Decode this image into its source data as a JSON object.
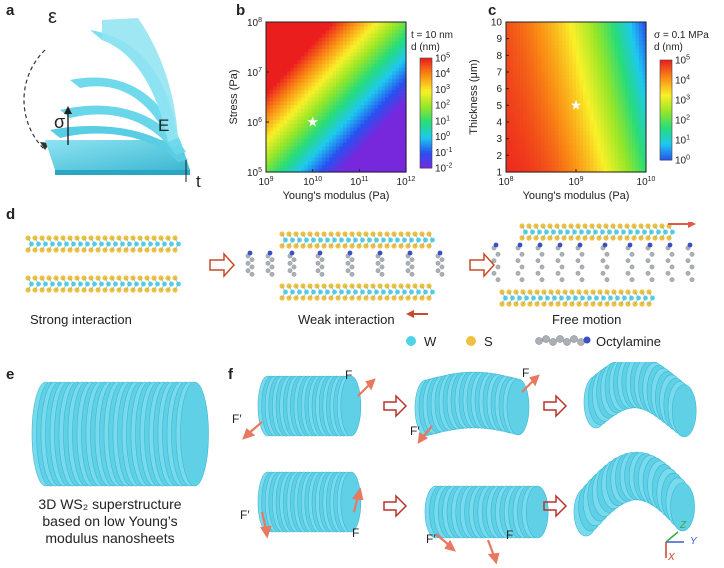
{
  "panels": {
    "a": {
      "label": "a",
      "epsilon": "ε",
      "sigma": "σ",
      "E": "E",
      "t": "t"
    },
    "b": {
      "label": "b"
    },
    "c": {
      "label": "c"
    },
    "d": {
      "label": "d",
      "captions": [
        "Strong interaction",
        "Weak interaction",
        "Free motion"
      ],
      "legend": {
        "w": "W",
        "s": "S",
        "oct": "Octylamine"
      }
    },
    "e": {
      "label": "e",
      "caption_lines": [
        "3D WS₂ superstructure",
        "based on low Young’s",
        "modulus nanosheets"
      ]
    },
    "f": {
      "label": "f",
      "force": "F",
      "force_prime": "F′",
      "axes": {
        "x": "X",
        "y": "Y",
        "z": "Z"
      }
    }
  },
  "colors": {
    "sheet": "#5fd0e6",
    "sheet_dark": "#3cb8d2",
    "arrow": "#e4584a",
    "atom_w": "#4fd3e8",
    "atom_s": "#f0c040"
  },
  "chart_data": [
    {
      "type": "heatmap",
      "panel": "b",
      "title": "t = 10 nm",
      "colorbar_label": "d (nm)",
      "xlabel": "Young's modulus (Pa)",
      "ylabel": "Stress (Pa)",
      "x_scale": "log",
      "y_scale": "log",
      "xlim": [
        1000000000.0,
        1000000000000.0
      ],
      "ylim": [
        100000.0,
        100000000.0
      ],
      "x_ticks": [
        {
          "base": "10",
          "exp": "9"
        },
        {
          "base": "10",
          "exp": "10"
        },
        {
          "base": "10",
          "exp": "11"
        },
        {
          "base": "10",
          "exp": "12"
        }
      ],
      "y_ticks": [
        {
          "base": "10",
          "exp": "5"
        },
        {
          "base": "10",
          "exp": "6"
        },
        {
          "base": "10",
          "exp": "7"
        },
        {
          "base": "10",
          "exp": "8"
        }
      ],
      "colorbar_ticks": [
        {
          "base": "10",
          "exp": "5"
        },
        {
          "base": "10",
          "exp": "4"
        },
        {
          "base": "10",
          "exp": "3"
        },
        {
          "base": "10",
          "exp": "2"
        },
        {
          "base": "10",
          "exp": "1"
        },
        {
          "base": "10",
          "exp": "0"
        },
        {
          "base": "10",
          "exp": "-1"
        },
        {
          "base": "10",
          "exp": "-2"
        }
      ],
      "colorbar_range": [
        -2,
        5
      ],
      "marker": {
        "x": 10000000000.0,
        "y": 1000000.0,
        "symbol": "star"
      }
    },
    {
      "type": "heatmap",
      "panel": "c",
      "title": "σ = 0.1 MPa",
      "colorbar_label": "d (nm)",
      "xlabel": "Young's modulus (Pa)",
      "ylabel": "Thickness (μm)",
      "x_scale": "log",
      "y_scale": "linear",
      "xlim": [
        100000000.0,
        10000000000.0
      ],
      "ylim": [
        1,
        10
      ],
      "x_ticks": [
        {
          "base": "10",
          "exp": "8"
        },
        {
          "base": "10",
          "exp": "9"
        },
        {
          "base": "10",
          "exp": "10"
        }
      ],
      "y_ticks": [
        "1",
        "2",
        "3",
        "4",
        "5",
        "6",
        "7",
        "8",
        "9",
        "10"
      ],
      "colorbar_ticks": [
        {
          "base": "10",
          "exp": "5"
        },
        {
          "base": "10",
          "exp": "4"
        },
        {
          "base": "10",
          "exp": "3"
        },
        {
          "base": "10",
          "exp": "2"
        },
        {
          "base": "10",
          "exp": "1"
        },
        {
          "base": "10",
          "exp": "0"
        }
      ],
      "colorbar_range": [
        0,
        5
      ],
      "marker": {
        "x": 1000000000.0,
        "y": 5,
        "symbol": "star"
      }
    }
  ]
}
